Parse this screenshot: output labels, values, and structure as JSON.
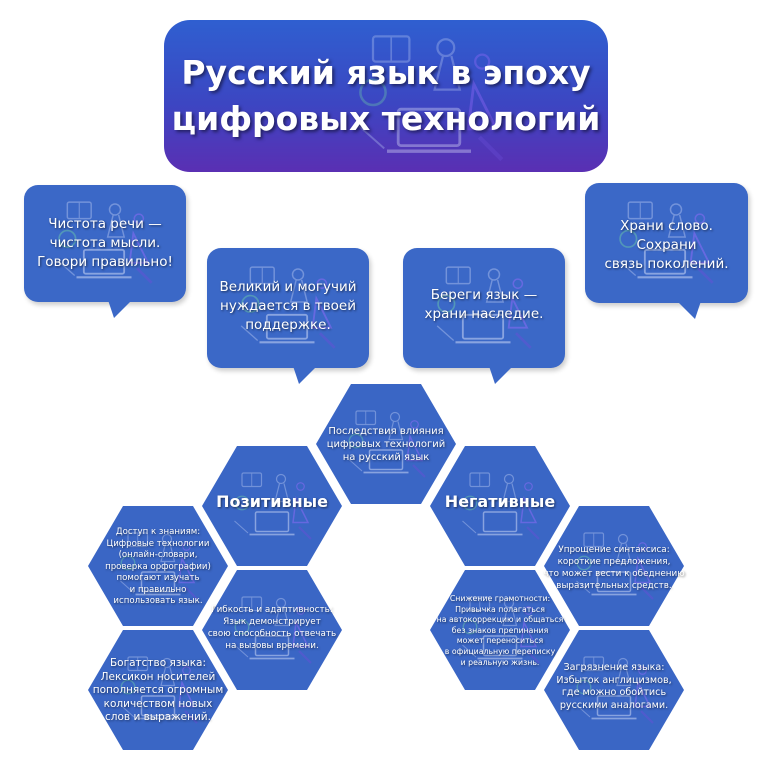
{
  "title": {
    "line1": "Русский язык в эпоху",
    "line2": "цифровых технологий"
  },
  "bubbles": [
    {
      "lines": [
        "Чистота речи —",
        "чистота мысли.",
        "Говори правильно!"
      ]
    },
    {
      "lines": [
        "Великий и могучий",
        "нуждается в твоей",
        "поддержке."
      ]
    },
    {
      "lines": [
        "Береги язык —",
        "храни наследие."
      ]
    },
    {
      "lines": [
        "Храни слово.",
        "Сохрани",
        "связь поколений."
      ]
    }
  ],
  "center": {
    "lines": [
      "Последствия влияния",
      "цифровых технологий",
      "на русский язык"
    ]
  },
  "positive": {
    "label": "Позитивные",
    "items": [
      {
        "lines": [
          "Доступ к знаниям:",
          "Цифровые технологии",
          "(онлайн-словари,",
          "проверка орфографии)",
          "помогают изучать",
          "и правильно",
          "использовать язык."
        ]
      },
      {
        "lines": [
          "Гибкость и адаптивность:",
          "Язык демонстрирует",
          "свою способность отвечать",
          "на вызовы времени."
        ]
      },
      {
        "lines": [
          "Богатство языка:",
          "Лексикон носителей",
          "пополняется огромным",
          "количеством новых",
          "слов и выражений."
        ]
      }
    ]
  },
  "negative": {
    "label": "Негативные",
    "items": [
      {
        "lines": [
          "Упрощение синтаксиса:",
          "короткие предложения,",
          "что может вести к обеднению",
          "выразительных средств."
        ]
      },
      {
        "lines": [
          "Снижение грамотности:",
          "Привычка полагаться",
          "на автокоррекцию и общаться",
          "без знаков препинания",
          "может переноситься",
          "в официальную переписку",
          "и реальную жизнь."
        ]
      },
      {
        "lines": [
          "Загрязнение языка:",
          "Избыток англицизмов,",
          "где можно обойтись",
          "русскими аналогами."
        ]
      }
    ]
  },
  "colors": {
    "tile": "#3a66c5",
    "title_top": "#2f5fd0",
    "title_bottom": "#5a2fb3",
    "deco_line": "#9fb6ee",
    "deco_accent": "#7b5bd6"
  }
}
